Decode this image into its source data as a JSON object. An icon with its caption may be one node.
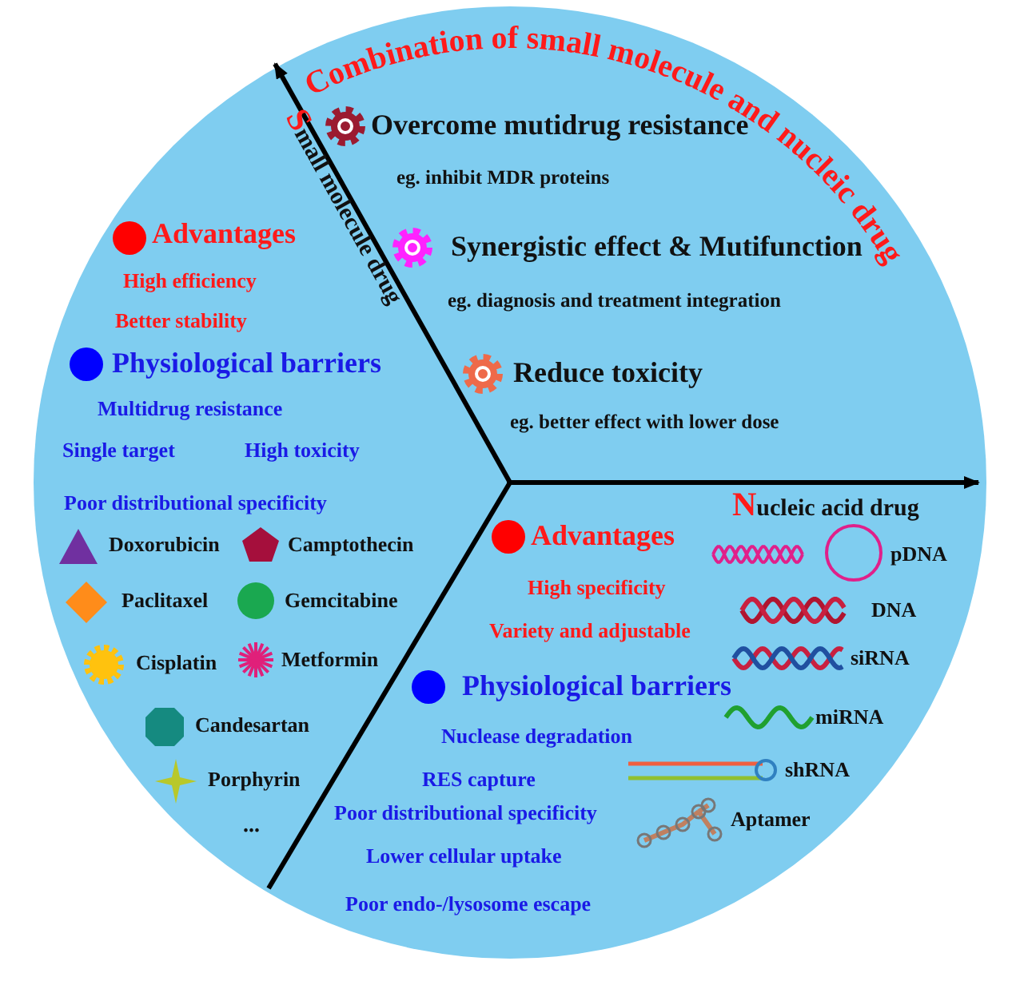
{
  "diagram": {
    "title": "Combination of small molecule and nucleic drug",
    "labels": [
      "Small molecule drug",
      "Overcome mutidrug resistance",
      "eg. inhibit MDR proteins",
      "Synergistic effect & Mutifunction",
      "eg. diagnosis and treatment integration",
      "Reduce toxicity",
      "eg. better effect with lower dose",
      "Advantages",
      "High efficiency",
      "Better stability",
      "Physiological barriers",
      "Multidrug resistance",
      "Single target",
      "High toxicity",
      "Poor distributional specificity",
      "Doxorubicin",
      "Camptothecin",
      "Paclitaxel",
      "Gemcitabine",
      "Cisplatin",
      "Metformin",
      "Candesartan",
      "Porphyrin",
      "...",
      "Nucleic acid drug",
      "Advantages",
      "High specificity",
      "Variety and adjustable",
      "Physiological barriers",
      "Nuclease degradation",
      "RES capture",
      "Poor distributional specificity",
      "Lower cellular uptake",
      "Poor endo-/lysosome escape",
      "pDNA",
      "DNA",
      "siRNA",
      "miRNA",
      "shRNA",
      "Aptamer"
    ]
  }
}
